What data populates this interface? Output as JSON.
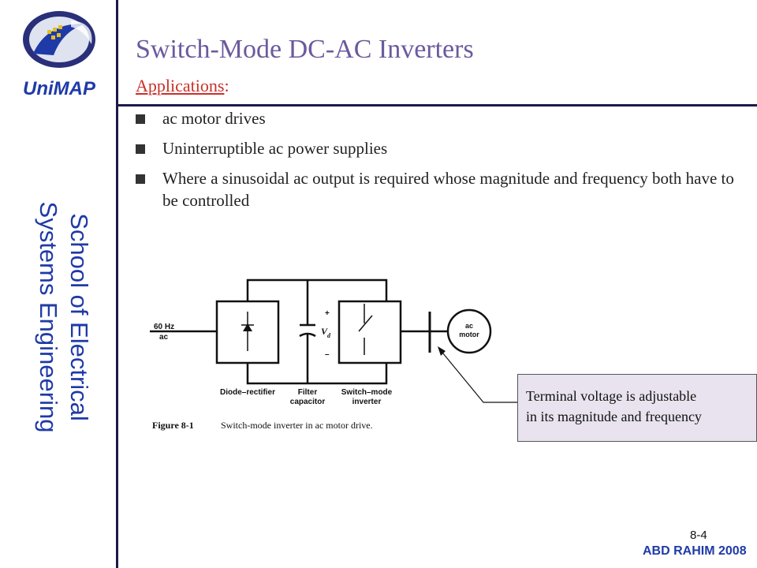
{
  "header": {
    "title": "Switch-Mode  DC-AC  Inverters",
    "subtitle_link": "Applications",
    "subtitle_suffix": ":"
  },
  "logo": {
    "text": "UniMAP"
  },
  "sidebar": {
    "line1": "School of Electrical",
    "line2": "Systems Engineering"
  },
  "bullets": [
    "ac motor drives",
    "Uninterruptible ac power supplies",
    "Where a sinusoidal ac output is required whose magnitude and frequency both have to be controlled"
  ],
  "figure": {
    "input_label_1": "60 Hz",
    "input_label_2": "ac",
    "plus": "+",
    "minus": "–",
    "vd": "V",
    "vd_sub": "d",
    "motor_1": "ac",
    "motor_2": "motor",
    "label_rectifier": "Diode–rectifier",
    "label_filter_1": "Filter",
    "label_filter_2": "capacitor",
    "label_inverter_1": "Switch–mode",
    "label_inverter_2": "inverter",
    "caption_num": "Figure 8-1",
    "caption_text": "Switch-mode inverter in ac motor drive."
  },
  "note": {
    "line1": "Terminal voltage is adjustable",
    "line2": "in its magnitude and frequency"
  },
  "footer": {
    "slide_number": "8-4",
    "author": "ABD RAHIM 2008"
  },
  "colors": {
    "title": "#6b5a9e",
    "subtitle": "#c8302a",
    "sidebar": "#1f3aa7",
    "rule": "#1a1a4a",
    "note_bg": "#e8e3ee"
  }
}
